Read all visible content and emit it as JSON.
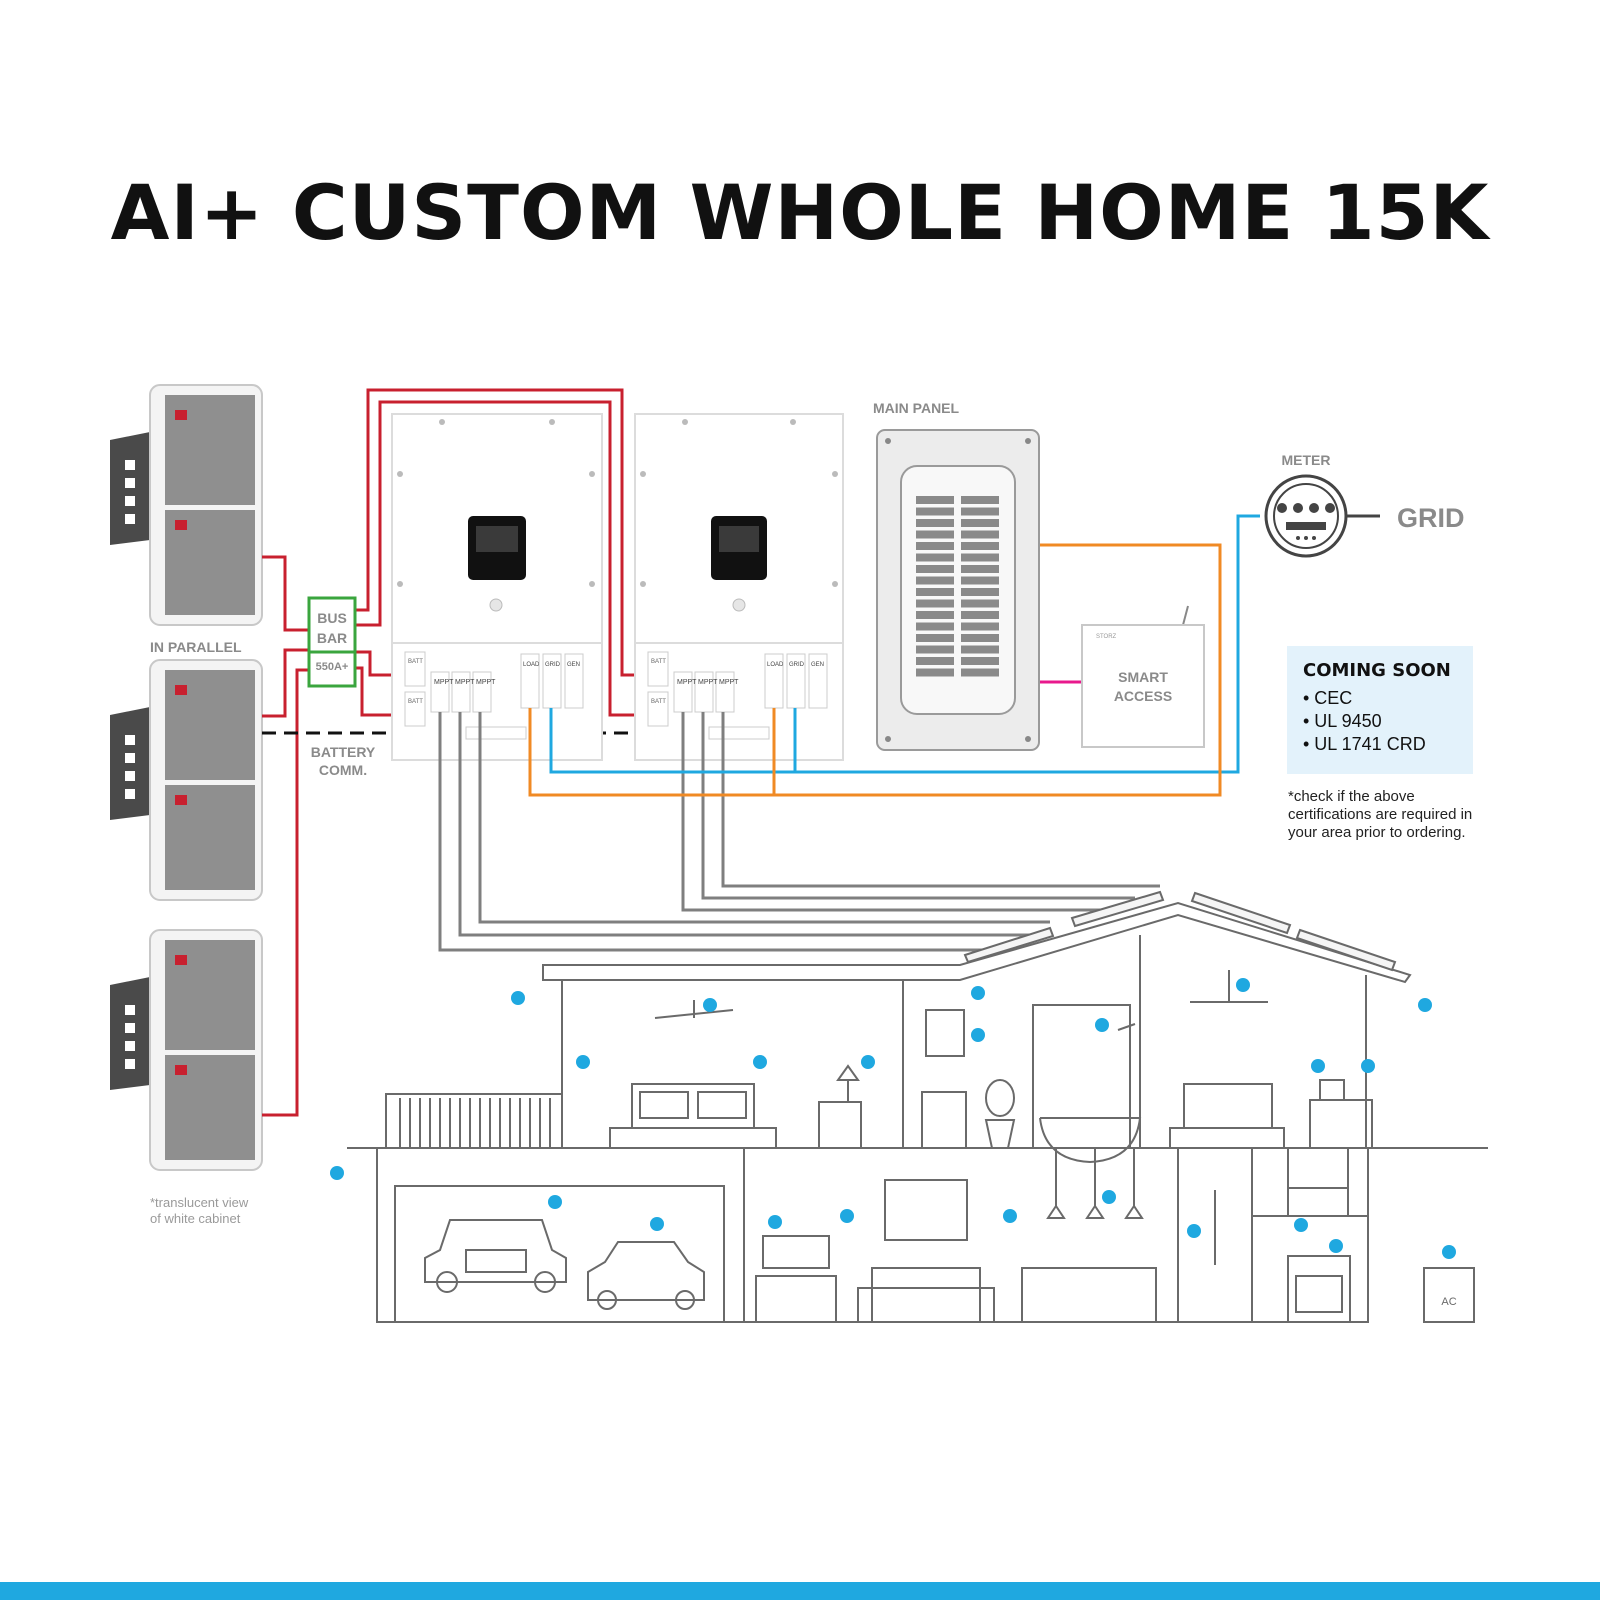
{
  "title": "AI+ CUSTOM WHOLE HOME 15K",
  "labels": {
    "in_parallel": "IN PARALLEL",
    "bus_bar_line1": "BUS",
    "bus_bar_line2": "BAR",
    "bus_bar_rating": "550A+",
    "battery_comm_line1": "BATTERY",
    "battery_comm_line2": "COMM.",
    "translucent_line1": "*translucent view",
    "translucent_line2": "of white cabinet",
    "main_panel": "MAIN PANEL",
    "meter": "METER",
    "grid": "GRID",
    "smart_line1": "SMART",
    "smart_line2": "ACCESS",
    "storz": "STORZ",
    "batt": "BATT",
    "mppt": "MPPT",
    "load": "LOAD",
    "grid_port": "GRID",
    "gen": "GEN",
    "ac": "AC"
  },
  "coming_soon": {
    "title": "COMING SOON",
    "items": [
      "• CEC",
      "• UL 9450",
      "• UL 1741 CRD"
    ],
    "note": "*check if the above certifications are required in your area prior to ordering."
  },
  "colors": {
    "battery_dc": "#c8202f",
    "grid_line": "#1fa8e0",
    "load_line": "#f08a24",
    "pv_line": "#7f7f7f",
    "smart_link": "#e8188c",
    "bus_bar": "#3aa53e",
    "accent_bar": "#1fa8e0"
  }
}
